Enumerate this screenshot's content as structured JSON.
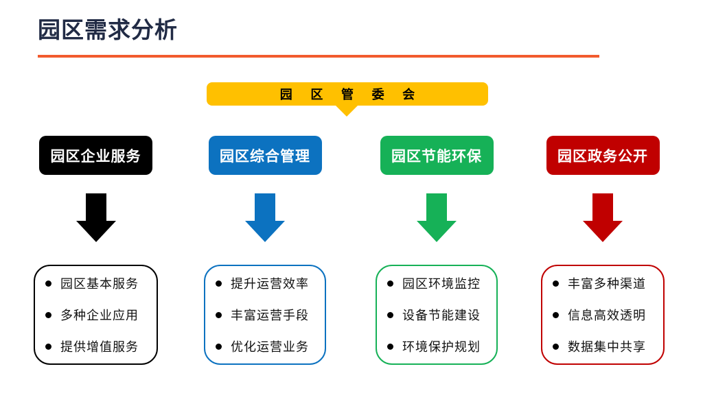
{
  "slide": {
    "title": "园区需求分析",
    "title_color": "#212B45",
    "underline_color": "#F25B2E",
    "background_color": "#FFFFFF"
  },
  "committee": {
    "label": "园 区 管 委 会",
    "bg_color": "#FFC000",
    "text_color": "#000000"
  },
  "columns": [
    {
      "header": "园区企业服务",
      "color": "#000000",
      "items": [
        "园区基本服务",
        "多种企业应用",
        "提供增值服务"
      ]
    },
    {
      "header": "园区综合管理",
      "color": "#0C72C0",
      "items": [
        "提升运营效率",
        "丰富运营手段",
        "优化运营业务"
      ]
    },
    {
      "header": "园区节能环保",
      "color": "#16B157",
      "items": [
        "园区环境监控",
        "设备节能建设",
        "环境保护规划"
      ]
    },
    {
      "header": "园区政务公开",
      "color": "#C00000",
      "items": [
        "丰富多种渠道",
        "信息高效透明",
        "数据集中共享"
      ]
    }
  ]
}
